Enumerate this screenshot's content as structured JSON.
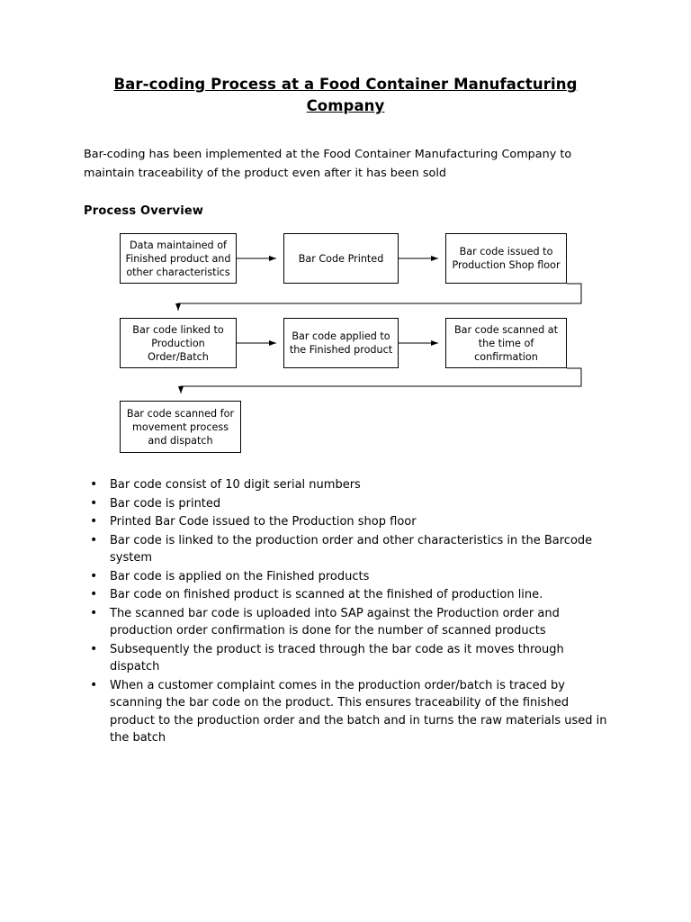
{
  "document": {
    "title_line1": "Bar-coding Process at a Food Container Manufacturing",
    "title_line2": "Company",
    "intro": "Bar-coding has been implemented at the Food Container Manufacturing Company to maintain traceability of the product even after it has been sold",
    "section_heading": "Process Overview"
  },
  "flowchart": {
    "nodes": [
      {
        "id": "n1",
        "text": "Data maintained of Finished product and other characteristics"
      },
      {
        "id": "n2",
        "text": "Bar Code Printed"
      },
      {
        "id": "n3",
        "text": "Bar code issued to Production Shop floor"
      },
      {
        "id": "n4",
        "text": "Bar code linked to Production Order/Batch"
      },
      {
        "id": "n5",
        "text": "Bar code applied to the Finished product"
      },
      {
        "id": "n6",
        "text": "Bar code scanned at the time of confirmation"
      },
      {
        "id": "n7",
        "text": "Bar code scanned for movement process and dispatch"
      }
    ]
  },
  "bullets": [
    "Bar code consist of 10 digit serial numbers",
    "Bar code is printed",
    "Printed Bar Code issued to the Production shop floor",
    "Bar code is linked to the production order and other characteristics in the Barcode system",
    "Bar code is applied on the Finished products",
    "Bar code on finished product is scanned at the finished of production line.",
    "The scanned bar code is uploaded into SAP against the Production order and production order confirmation is done for the number of scanned products",
    "Subsequently the product is traced through the bar code as it moves through dispatch",
    "When a customer complaint comes in the production order/batch is traced by scanning the bar code on the product. This ensures traceability of the finished product to the production order and the batch and in turns the raw materials used in the batch"
  ]
}
